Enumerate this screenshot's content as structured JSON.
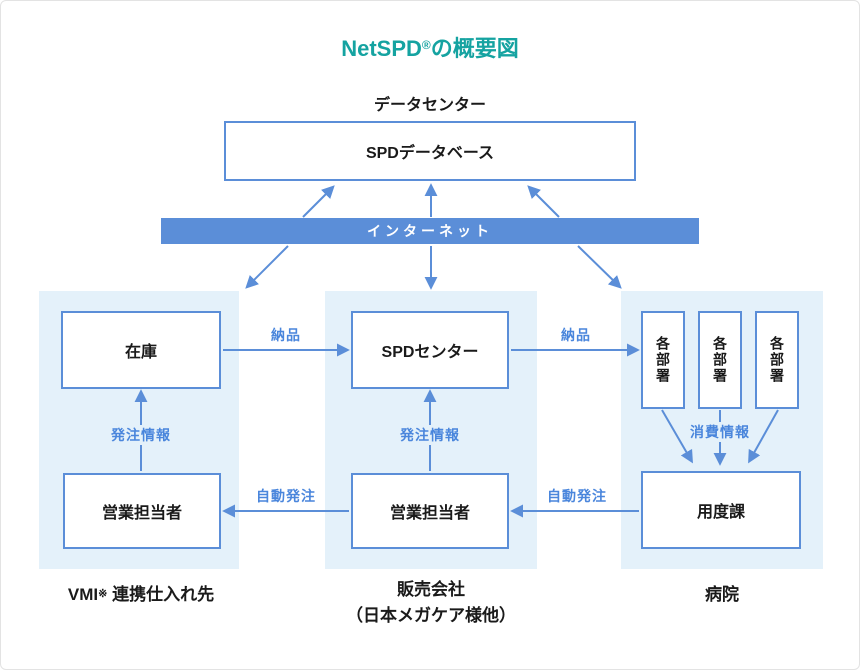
{
  "title": {
    "pre": "NetSPD",
    "reg": "®",
    "post": "の概要図"
  },
  "data_center": {
    "label": "データセンター",
    "box_label": "SPDデータベース"
  },
  "internet": {
    "label": "インターネット"
  },
  "sections": {
    "supplier": {
      "inventory_box": "在庫",
      "sales_rep_box": "営業担当者",
      "caption_pre": "VMI",
      "caption_note": "※",
      "caption_post": " 連携仕入れ先"
    },
    "sales_company": {
      "spd_center_box": "SPDセンター",
      "sales_rep_box": "営業担当者",
      "caption_line1": "販売会社",
      "caption_line2": "（日本メガケア様他）"
    },
    "hospital": {
      "dept_box": "各部署",
      "supply_box": "用度課",
      "caption": "病院"
    }
  },
  "flow_labels": {
    "delivery": "納品",
    "order_info": "発注情報",
    "auto_order": "自動発注",
    "consumption": "消費情報"
  },
  "colors": {
    "accent_teal": "#15a3a1",
    "diagram_blue": "#5b8ed8",
    "label_blue": "#4a86dc",
    "section_bg": "#e4f1fa"
  }
}
